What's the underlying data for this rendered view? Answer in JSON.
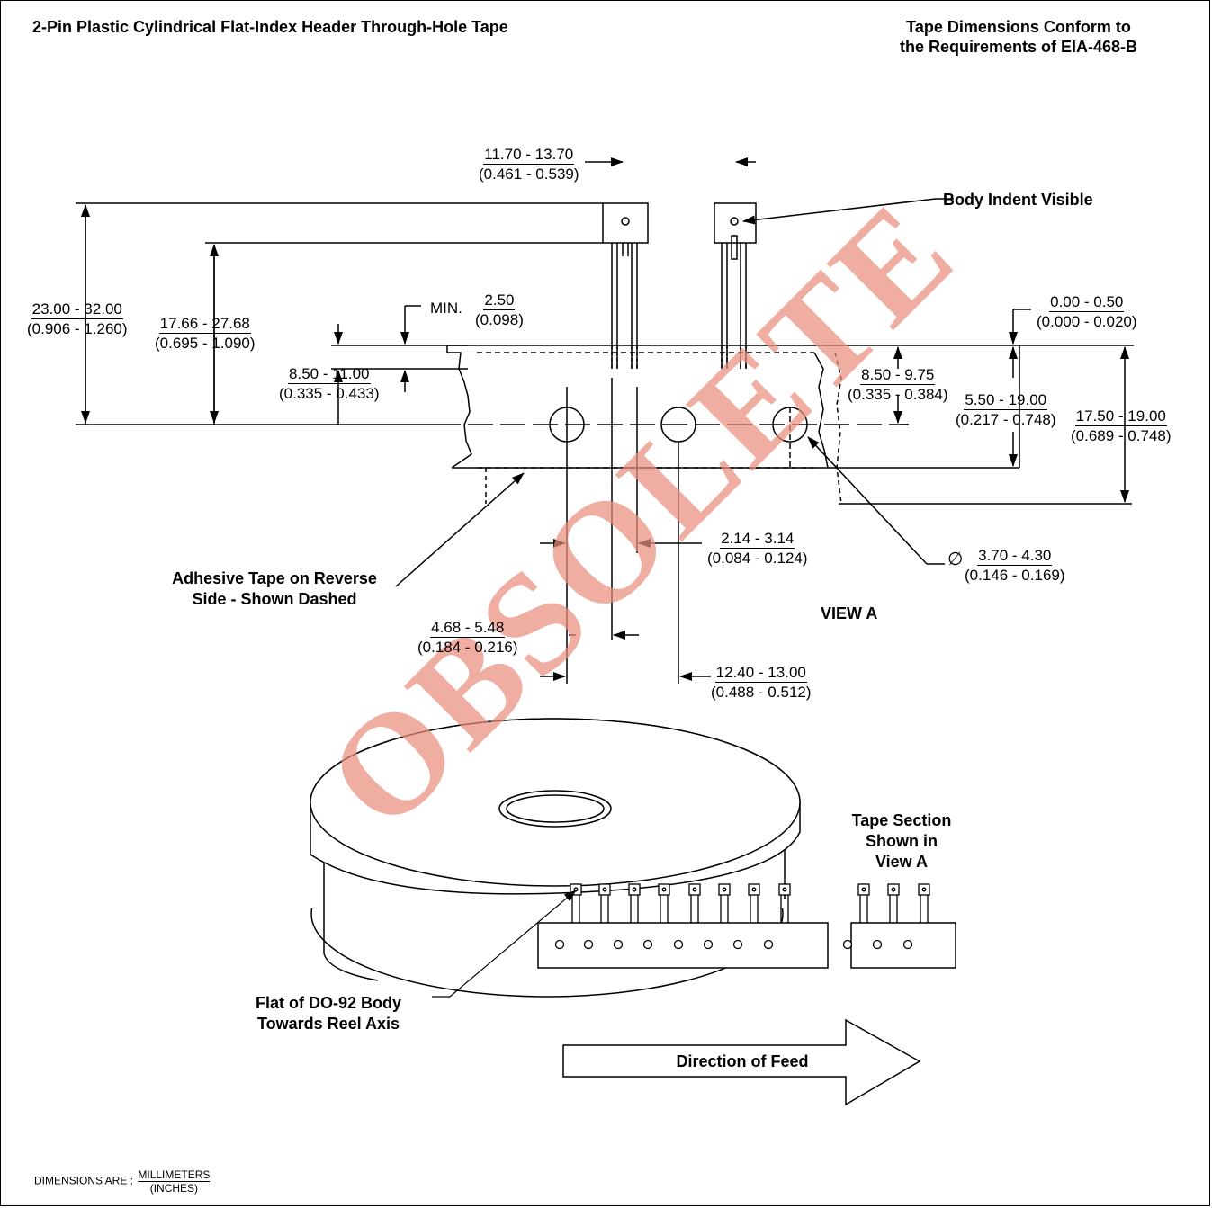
{
  "header": {
    "title": "2-Pin Plastic Cylindrical Flat-Index Header Through-Hole Tape",
    "conformance_line1": "Tape Dimensions Conform to",
    "conformance_line2": "the Requirements of EIA-468-B"
  },
  "watermark": "OBSOLETE",
  "dimensions": {
    "body_width": {
      "mm": "11.70  -  13.70",
      "in": "(0.461 - 0.539)"
    },
    "overall_height": {
      "mm": "23.00  -  32.00",
      "in": "(0.906 - 1.260)"
    },
    "lead_height": {
      "mm": "17.66  -  27.68",
      "in": "(0.695 - 1.090)"
    },
    "min_label": "MIN.",
    "min_clearance": {
      "mm": "2.50",
      "in": "(0.098)"
    },
    "hole_to_body": {
      "mm": "8.50  -  11.00",
      "in": "(0.335 - 0.433)"
    },
    "tape_offset": {
      "mm": "0.00  -  0.50",
      "in": "(0.000 - 0.020)"
    },
    "hole_to_edge": {
      "mm": "8.50  -  9.75",
      "in": "(0.335 - 0.384)"
    },
    "adhesive_width": {
      "mm": "5.50  -  19.00",
      "in": "(0.217 - 0.748)"
    },
    "tape_width": {
      "mm": "17.50  -  19.00",
      "in": "(0.689 - 0.748)"
    },
    "lead_spacing": {
      "mm": "2.14  -  3.14",
      "in": "(0.084 - 0.124)"
    },
    "hole_diameter": {
      "symbol": "∅",
      "mm": "3.70  -  4.30",
      "in": "(0.146 - 0.169)"
    },
    "hole_to_lead": {
      "mm": "4.68  -  5.48",
      "in": "(0.184 - 0.216)"
    },
    "pitch": {
      "mm": "12.40  -  13.00",
      "in": "(0.488 - 0.512)"
    }
  },
  "callouts": {
    "body_indent": "Body Indent Visible",
    "adhesive_line1": "Adhesive Tape on Reverse",
    "adhesive_line2": "Side - Shown Dashed",
    "view_a": "VIEW A",
    "tape_section_line1": "Tape Section",
    "tape_section_line2": "Shown in",
    "tape_section_line3": "View A",
    "flat_body_line1": "Flat of DO-92 Body",
    "flat_body_line2": "Towards Reel Axis",
    "direction": "Direction of Feed"
  },
  "footer": {
    "prefix": "DIMENSIONS ARE :",
    "numerator": "MILLIMETERS",
    "denominator": "(INCHES)"
  }
}
